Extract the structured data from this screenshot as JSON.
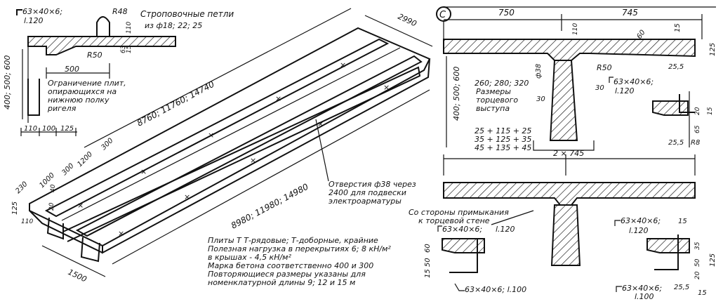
{
  "detail_top_left": {
    "angle_label_a": "63×40×6;",
    "angle_label_b": "l.120",
    "r48": "R48",
    "loops_title": "Строповочные петли",
    "loops_sizes": "из ф18; 22; 25",
    "dim_110": "110",
    "dim_63": "63",
    "dim_15": "15",
    "r50": "R50",
    "dim_500": "500",
    "height_dims": "400; 500; 600",
    "limit_note_1": "Ограничение плит,",
    "limit_note_2": "опирающихся на",
    "limit_note_3": "нижнюю полку",
    "limit_note_4": "ригеля",
    "dim_110b": "110",
    "dim_100": "100",
    "dim_125": "125"
  },
  "main_view": {
    "width_2990": "2990",
    "length_upper": "8760; 11760; 14740",
    "length_lower": "8980; 11980; 14980",
    "dim_300a": "300",
    "dim_1200": "1200",
    "dim_300b": "300",
    "dim_1000": "1000",
    "dim_230": "230",
    "dim_40": "40",
    "dim_20": "20",
    "dim_125": "125",
    "dim_110": "110",
    "dim_1500": "1500",
    "holes_1": "Отверстия ф38 через",
    "holes_2": "2400 для подвески",
    "holes_3": "электроарматуры"
  },
  "notes": {
    "n1": "Плиты Т Т-рядовые; Т-доборные, крайние",
    "n2": "Полезная нагрузка в перекрытиях 6; 8 кН/м²",
    "n3": "в крышах - 4,5 кН/м²",
    "n4": "Марка бетона соответственно 400 и 300",
    "n5": "Повторяющиеся размеры указаны для",
    "n6": "номенклатурной длины 9; 12 и 15 м"
  },
  "section_top_right": {
    "axis_mark": "С",
    "dim_750": "750",
    "dim_745": "745",
    "dim_110": "110",
    "dim_60": "60",
    "dim_15": "15",
    "dim_125": "125",
    "r50": "R50",
    "dim_25_5": "25,5",
    "height_dims": "400; 500; 600",
    "hole": "ф38",
    "end_dims_1": "260; 280; 320",
    "end_dims_2": "Размеры",
    "end_dims_3": "торцевого",
    "end_dims_4": "выступа",
    "dim_30a": "30",
    "dim_30b": "30",
    "rib_1": "25 + 115 + 25",
    "rib_2": "35 + 125 + 35",
    "rib_3": "45 + 135 + 45",
    "angle_a": "63×40×6;",
    "angle_b": "l.120",
    "dim_20": "20",
    "dim_65": "65",
    "dim_25_5b": "25,5",
    "r8": "R8",
    "dim_15b": "15"
  },
  "section_bottom_right": {
    "dim_2x745": "2 × 745",
    "side_1": "Со стороны примыкания",
    "side_2": "к торцевой стене",
    "angle1_a": "63×40×6;",
    "angle1_b": "l.120",
    "dim_60": "60",
    "dim_15_50": "15 50",
    "angle2": "63×40×6; l.100",
    "angle3_a": "63×40×6;",
    "angle3_b": "l.120",
    "dim_15": "15",
    "dim_35": "35",
    "dim_50": "50",
    "dim_20": "20",
    "dim_125": "125",
    "angle4_a": "63×40×6;",
    "angle4_b": "l.100",
    "dim_25_5": "25,5",
    "dim_15b": "15"
  }
}
